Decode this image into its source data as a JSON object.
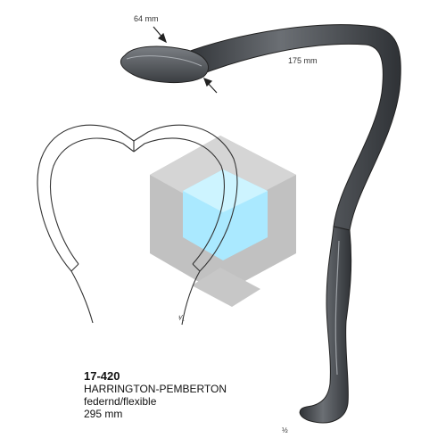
{
  "dimensions": {
    "blade_width": "64 mm",
    "blade_length": "175 mm"
  },
  "scale_labels": {
    "profile": "¹⁄₁",
    "instrument": "½"
  },
  "product": {
    "number": "17-420",
    "name": "HARRINGTON-PEMBERTON",
    "type": "federnd/flexible",
    "length": "295 mm"
  },
  "colors": {
    "instrument_dark": "#3b3e42",
    "instrument_highlight": "#8a8e93",
    "watermark_cube": "#9a9a9a",
    "watermark_inner": "#7fdcff"
  },
  "icons": {
    "watermark": "cube-logo"
  }
}
